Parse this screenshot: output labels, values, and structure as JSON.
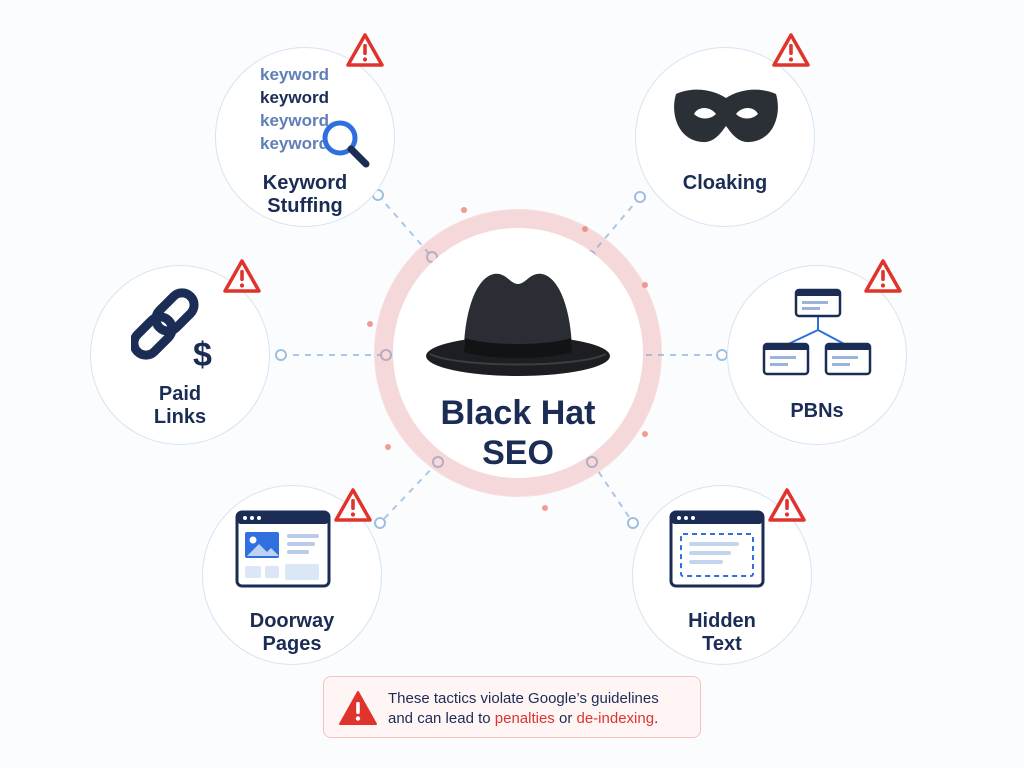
{
  "center": {
    "title": "Black Hat\nSEO",
    "icon": "fedora-hat-icon"
  },
  "tactics": [
    {
      "id": "keyword-stuffing",
      "label": "Keyword\nStuffing",
      "icon": "magnifying-glass-icon",
      "keywords": [
        "keyword",
        "keyword",
        "keyword",
        "keyword"
      ]
    },
    {
      "id": "cloaking",
      "label": "Cloaking",
      "icon": "eye-mask-icon"
    },
    {
      "id": "paid-links",
      "label": "Paid\nLinks",
      "icon": "chain-link-dollar-icon",
      "icon_text": "$"
    },
    {
      "id": "pbns",
      "label": "PBNs",
      "icon": "network-sites-icon"
    },
    {
      "id": "doorway-pages",
      "label": "Doorway\nPages",
      "icon": "webpage-image-icon"
    },
    {
      "id": "hidden-text",
      "label": "Hidden\nText",
      "icon": "webpage-hidden-text-icon"
    }
  ],
  "warning_icon": "warning-triangle-icon",
  "note": {
    "line1": "These tactics violate Google’s guidelines",
    "line2_prefix": "and can lead to ",
    "penalties": "penalties",
    "or": " or ",
    "deindexing": "de-indexing",
    "end": "."
  },
  "colors": {
    "navy": "#1b2c55",
    "accent_blue": "#2f6fe0",
    "warning_red": "#e0332c",
    "connector": "#a9c7e6"
  }
}
